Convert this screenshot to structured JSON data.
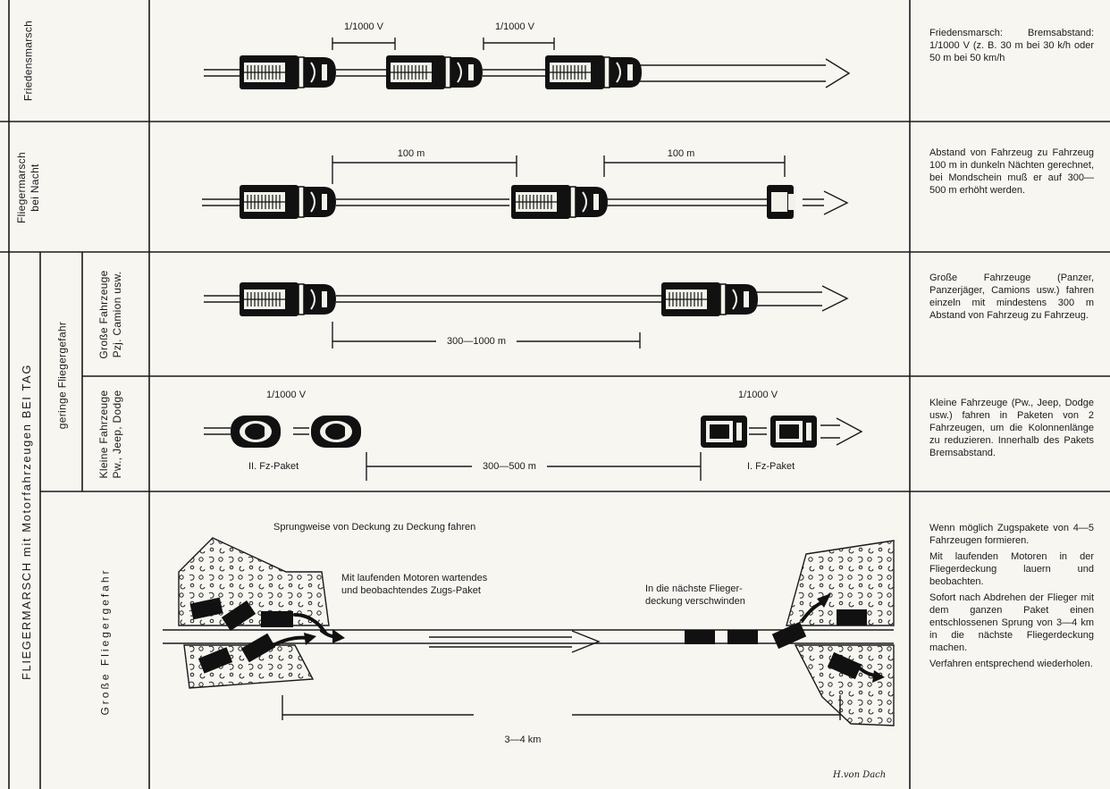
{
  "rows": {
    "peace": {
      "label": "Friedensmarsch",
      "distances": [
        "1/1000 V",
        "1/1000 V"
      ],
      "description": "Friedensmarsch: Bremsabstand: 1/1000 V (z. B. 30 m bei 30 k/h oder 50 m bei 50 km/h"
    },
    "night": {
      "label_line1": "Fliegermarsch",
      "label_line2": "bei Nacht",
      "distances": [
        "100 m",
        "100 m"
      ],
      "description": "Abstand von Fahrzeug zu Fahrzeug 100 m in dunkeln Nächten gerechnet, bei Mondschein muß er auf 300—500 m erhöht werden."
    },
    "day_group_label": "FLIEGERMARSCH mit Motorfahrzeugen BEI TAG",
    "low_threat_label": "geringe Fliegergefahr",
    "large_vehicles": {
      "label_line1": "Große Fahrzeuge",
      "label_line2": "Pzj. Camion usw.",
      "distance": "300—1000 m",
      "description": "Große Fahrzeuge (Panzer, Panzerjäger, Camions usw.) fahren einzeln mit mindestens 300 m Abstand von Fahrzeug zu Fahrzeug."
    },
    "small_vehicles": {
      "label_line1": "Kleine Fahrzeuge",
      "label_line2": "Pw., Jeep, Dodge",
      "brake_left": "1/1000 V",
      "brake_right": "1/1000 V",
      "packet_left": "II. Fz-Paket",
      "packet_right": "I. Fz-Paket",
      "distance": "300—500 m",
      "description": "Kleine Fahrzeuge (Pw., Jeep, Dodge usw.) fahren in Paketen von 2 Fahrzeugen, um die Kolonnenlänge zu reduzieren. Innerhalb des Pakets Bremsabstand."
    },
    "high_threat": {
      "label": "Große Fliegergefahr",
      "title": "Sprungweise von Deckung zu Deckung fahren",
      "note_left_line1": "Mit laufenden Motoren wartendes",
      "note_left_line2": "und beobachtendes Zugs-Paket",
      "note_right_line1": "In die nächste Flieger-",
      "note_right_line2": "deckung verschwinden",
      "distance": "3—4 km",
      "description": [
        "Wenn möglich Zugspakete von 4—5 Fahrzeugen formieren.",
        "Mit laufenden Motoren in der Fliegerdeckung lauern und beobachten.",
        "Sofort nach Abdrehen der Flieger mit dem ganzen Paket einen entschlossenen Sprung von 3—4 km in die nächste Fliegerdeckung machen.",
        "Verfahren entsprechend wiederholen."
      ]
    }
  },
  "signature": "H.von Dach"
}
